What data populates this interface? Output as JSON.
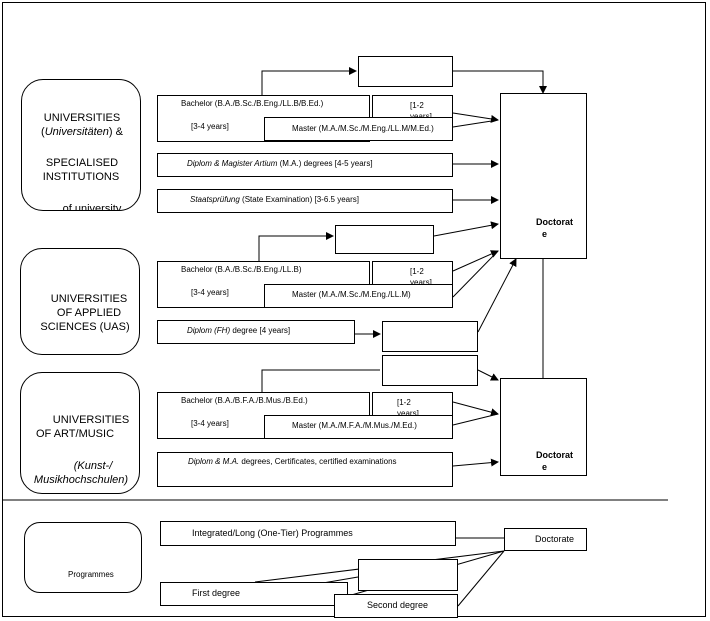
{
  "institutions": {
    "universities": {
      "line1": "UNIVERSITIES",
      "line2_italic": "Universitäten",
      "line2_suffix": " &",
      "line3": "SPECIALISED",
      "line4": "INSTITUTIONS",
      "line5_partial": "of university"
    },
    "uas": {
      "line1": "UNIVERSITIES",
      "line2": "OF APPLIED",
      "line3": "SCIENCES (UAS)"
    },
    "art_music": {
      "line1": "UNIVERSITIES",
      "line2": "OF ART/MUSIC",
      "line3_italic": "(Kunst-/",
      "line4_italic": "Musikhochschulen)"
    },
    "legend_programmes": "Programmes"
  },
  "universities_programmes": {
    "bachelor": "Bachelor (B.A./B.Sc./B.Eng./LL.B/B.Ed.)",
    "bachelor_years": "[3-4 years]",
    "master_years": "[1-2 years]",
    "master": "Master (M.A./M.Sc./M.Eng./LL.M/M.Ed.)",
    "diplom_italic": "Diplom & Magister Artium",
    "diplom_rest": " (M.A.) degrees [4-5 years]",
    "staats_italic": "Staatsprüfung",
    "staats_rest": " (State Examination) [3-6.5 years]"
  },
  "uas_programmes": {
    "bachelor": "Bachelor (B.A./B.Sc./B.Eng./LL.B)",
    "bachelor_years": "[3-4 years]",
    "master_years": "[1-2 years]",
    "master": "Master (M.A./M.Sc./M.Eng./LL.M)",
    "diplom_italic": "Diplom (FH)",
    "diplom_rest": " degree [4 years]"
  },
  "art_programmes": {
    "bachelor": "Bachelor (B.A./B.F.A./B.Mus./B.Ed.)",
    "bachelor_years": "[3-4 years]",
    "master_years": "[1-2 years]",
    "master": "Master (M.A./M.F.A./M.Mus./M.Ed.)",
    "diplom_italic": "Diplom & M.A.",
    "diplom_rest": " degrees, Certificates, certified examinations"
  },
  "doctorate": {
    "upper_line1": "Doctorat",
    "upper_line2": "e",
    "lower_line1": "Doctorat",
    "lower_line2": "e"
  },
  "legend": {
    "integrated": "Integrated/Long (One-Tier) Programmes",
    "doctorate": "Doctorate",
    "first_degree": "First degree",
    "second_degree": "Second degree"
  }
}
